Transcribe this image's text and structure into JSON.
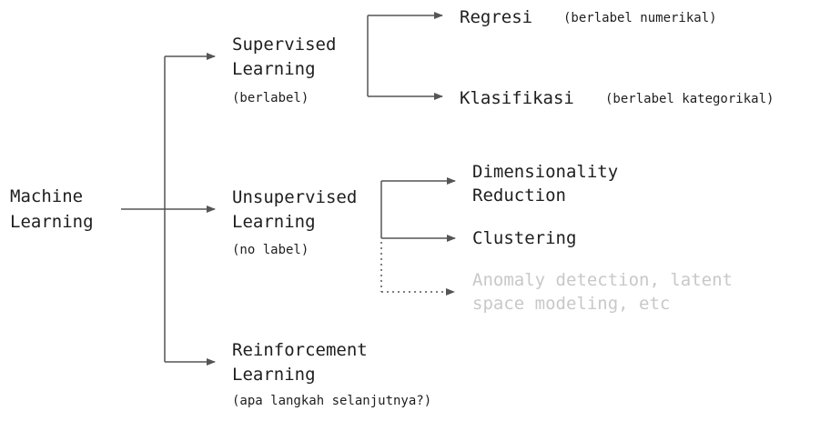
{
  "root": {
    "line1": "Machine",
    "line2": "Learning"
  },
  "supervised": {
    "line1": "Supervised",
    "line2": "Learning",
    "note": "(berlabel)",
    "children": [
      {
        "label": "Regresi",
        "note": "(berlabel numerikal)"
      },
      {
        "label": "Klasifikasi",
        "note": "(berlabel kategorikal)"
      }
    ]
  },
  "unsupervised": {
    "line1": "Unsupervised",
    "line2": "Learning",
    "note": "(no label)",
    "children": [
      {
        "line1": "Dimensionality",
        "line2": "Reduction"
      },
      {
        "label": "Clustering"
      },
      {
        "line1": "Anomaly detection, latent",
        "line2": "space modeling, etc"
      }
    ]
  },
  "reinforcement": {
    "line1": "Reinforcement",
    "line2": "Learning",
    "note": "(apa langkah selanjutnya?)"
  },
  "colors": {
    "text": "#1e1e1e",
    "line": "#555555",
    "faint": "#c8c8c8"
  }
}
